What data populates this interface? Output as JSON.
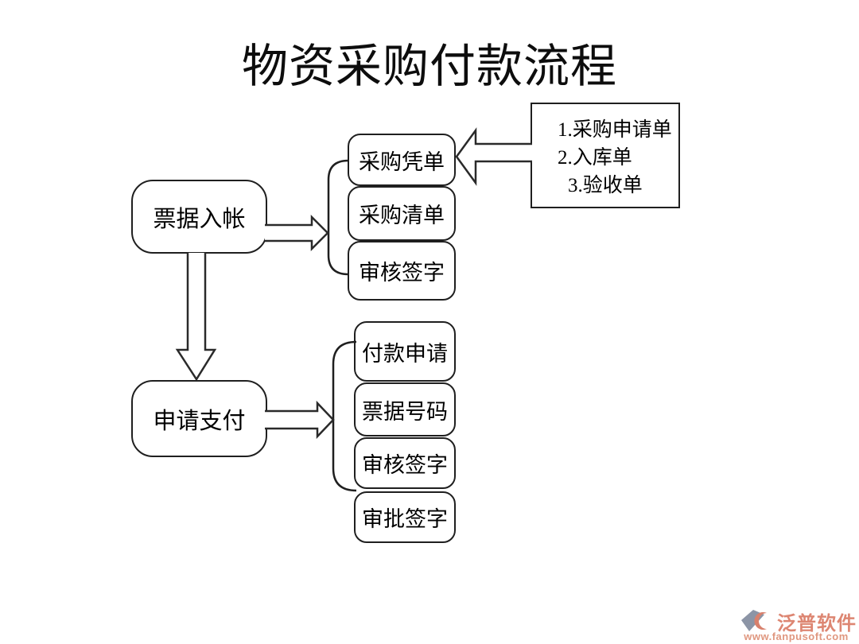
{
  "title": "物资采购付款流程",
  "flow": {
    "bills_entry": "票据入帐",
    "request_payment": "申请支付",
    "purchase_group": [
      "采购凭单",
      "采购清单",
      "审核签字"
    ],
    "payment_group": [
      "付款申请",
      "票据号码",
      "审核签字",
      "审批签字"
    ],
    "annotation_lines": [
      "1.采购申请单",
      "2.入库单",
      "3.验收单"
    ]
  },
  "footer": {
    "brand": "泛普软件",
    "url": "www.fanpusoft.com",
    "brand_color": "#dd8672",
    "url_color": "#e0977f",
    "icon_slate_color": "#8c95a6",
    "icon_crescent_color": "#d8806c"
  },
  "colors": {
    "line": "#1f1f1f",
    "background": "#ffffff",
    "text": "#000000"
  }
}
